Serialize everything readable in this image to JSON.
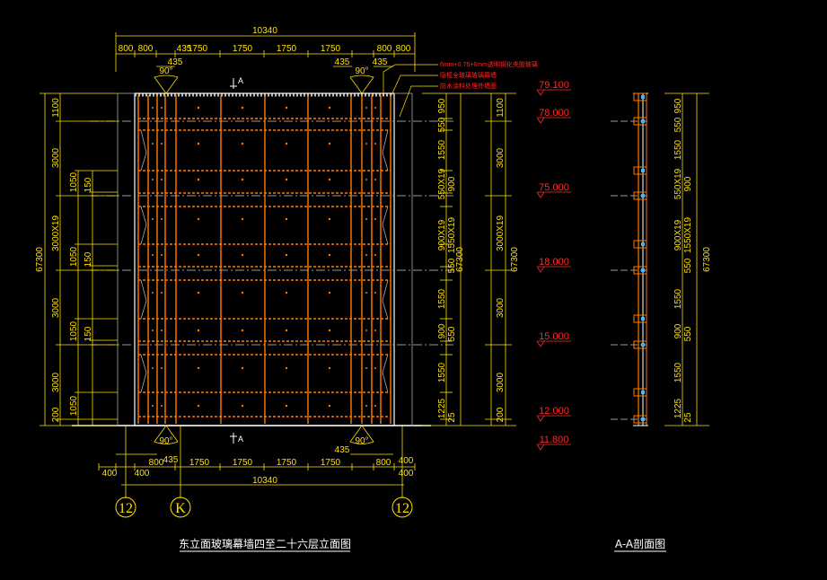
{
  "titles": {
    "elevation": "东立面玻璃幕墙四至二十六层立面图",
    "section": "A-A剖面图"
  },
  "notes": [
    "6mm+0.76+6mm透明钢化夹胶玻璃",
    "隐框全玻璃玻璃幕墙",
    "防水涂料处理外墙面"
  ],
  "section_marks": {
    "top": "A",
    "bottom": "A"
  },
  "angles": {
    "angle": "90°"
  },
  "top_dims": {
    "overall": "10340",
    "segments": [
      "800",
      "800",
      "435",
      "1750",
      "1750",
      "1750",
      "1750",
      "800",
      "800"
    ],
    "sub_left": "435",
    "sub_right_a": "435",
    "sub_right_b": "435"
  },
  "bottom_dims": {
    "overall": "10340",
    "segments": [
      "400",
      "400",
      "800",
      "1750",
      "1750",
      "1750",
      "1750",
      "800",
      "400",
      "400"
    ],
    "sub_left": "435",
    "sub_right": "435"
  },
  "left_dims": {
    "total": "67300",
    "main": [
      "1100",
      "3000",
      "3000X19",
      "3000",
      "3000",
      "200"
    ],
    "sub": [
      "1050",
      "150",
      "1050",
      "150",
      "1050",
      "150",
      "1050"
    ]
  },
  "right_dims": {
    "col1": [
      "950",
      "550",
      "1550",
      "550X19",
      "900",
      "900X19",
      "1550X19",
      "550",
      "1550",
      "900",
      "550",
      "1550",
      "1225",
      "25"
    ],
    "col1_total": "67300",
    "col2_total": "67300",
    "col2": [
      "1100",
      "3000",
      "3000X19",
      "3000",
      "3000",
      "200"
    ]
  },
  "levels": [
    "79.100",
    "78.000",
    "75.000",
    "18.000",
    "15.000",
    "12.000",
    "11.800"
  ],
  "section_dims": {
    "col1": [
      "950",
      "550",
      "1550",
      "550X19",
      "900",
      "900X19",
      "1550X19",
      "550",
      "1550",
      "900",
      "550",
      "1550",
      "1225",
      "25"
    ],
    "total": "67300"
  },
  "grid_axes": [
    "12",
    "K",
    "12"
  ]
}
